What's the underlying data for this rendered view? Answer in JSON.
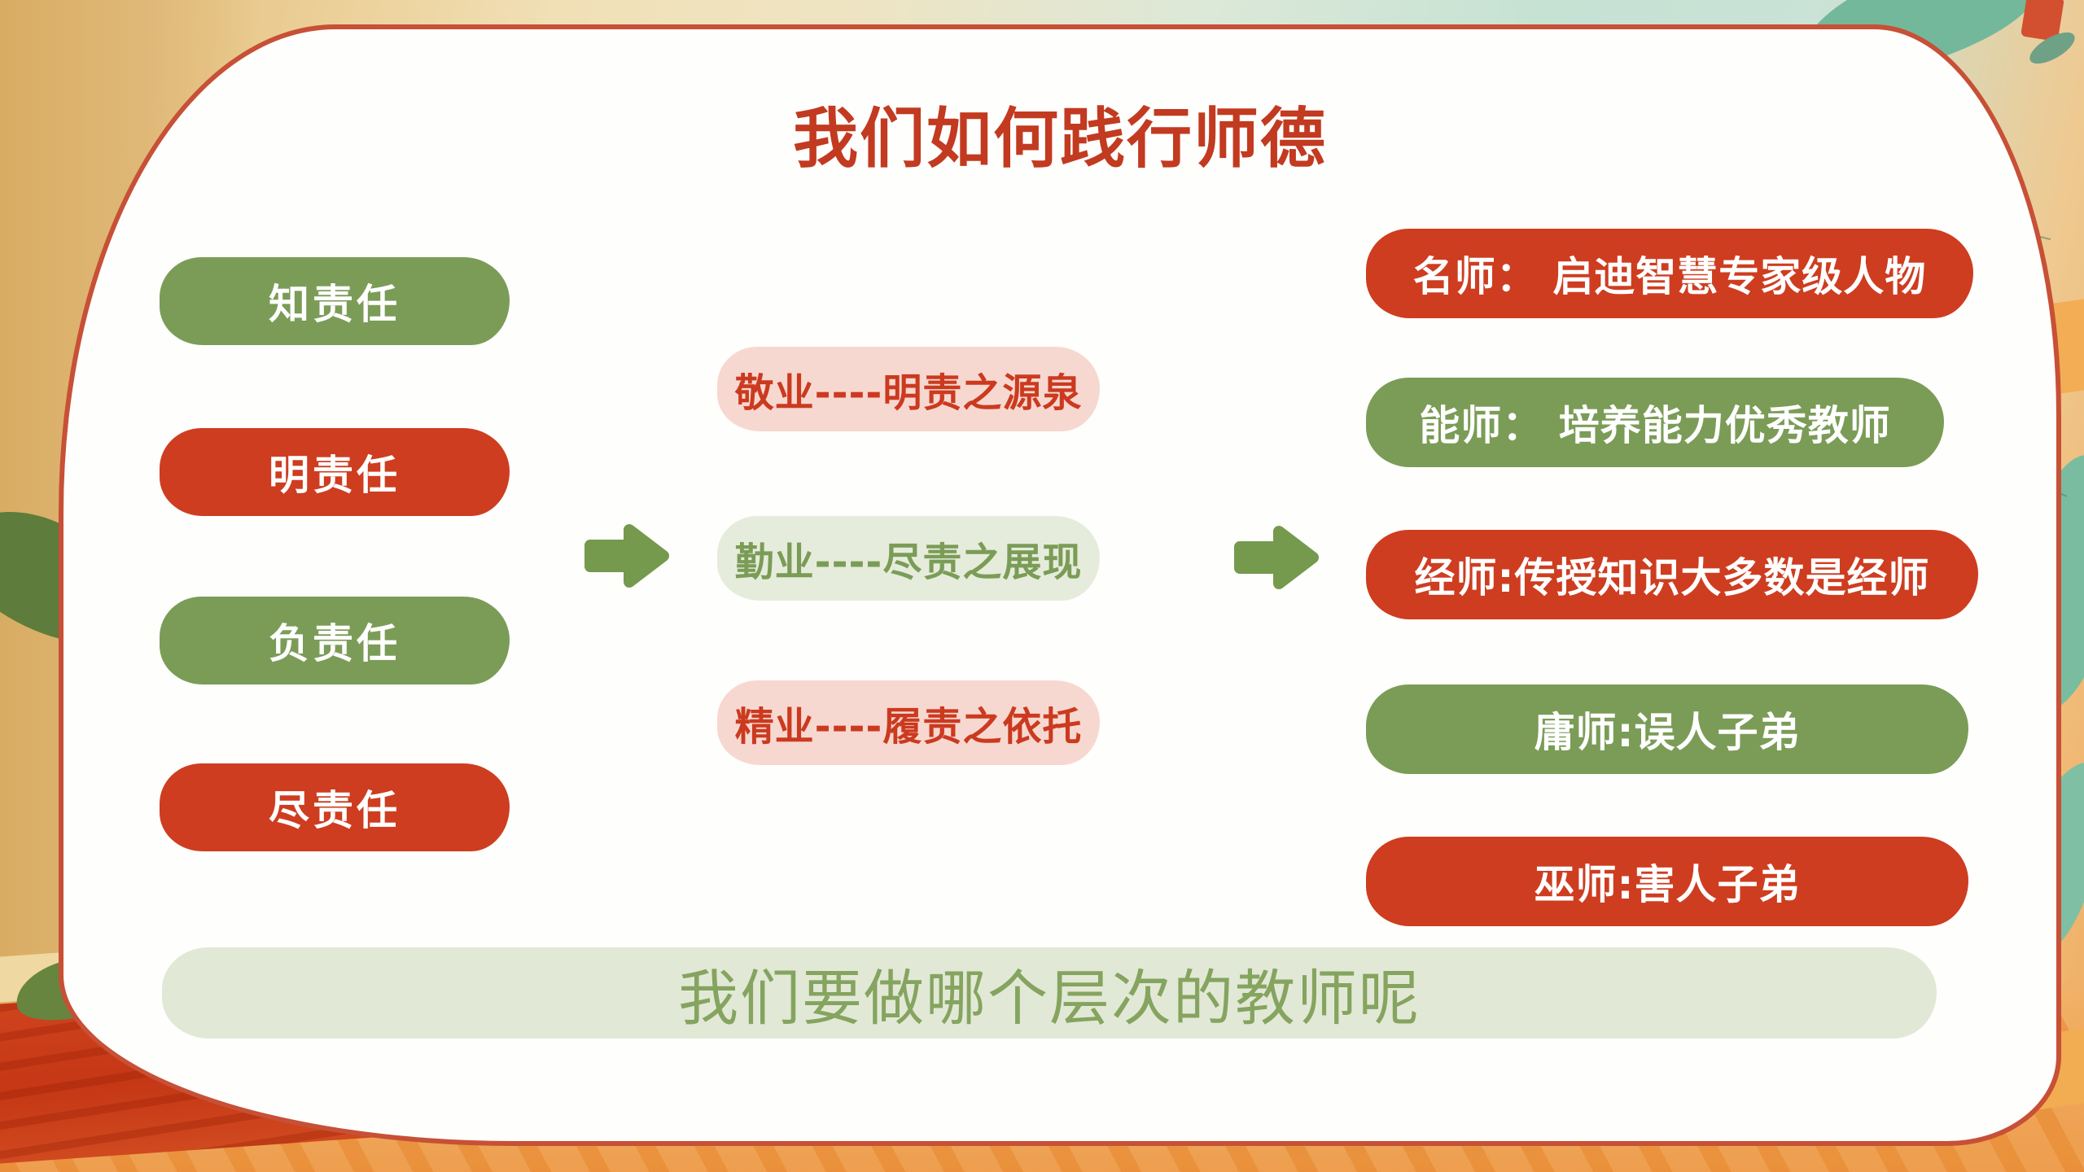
{
  "slide": {
    "title": "我们如何践行师德",
    "left_column": [
      {
        "label": "知责任",
        "variant": "green"
      },
      {
        "label": "明责任",
        "variant": "red"
      },
      {
        "label": "负责任",
        "variant": "green"
      },
      {
        "label": "尽责任",
        "variant": "red"
      }
    ],
    "middle_column": [
      {
        "label": "敬业----明责之源泉",
        "variant": "pink"
      },
      {
        "label": "勤业----尽责之展现",
        "variant": "sage"
      },
      {
        "label": "精业----履责之依托",
        "variant": "pink"
      }
    ],
    "right_column": [
      {
        "label": "名师： 启迪智慧专家级人物",
        "variant": "red"
      },
      {
        "label": "能师： 培养能力优秀教师",
        "variant": "green"
      },
      {
        "label": "经师:传授知识大多数是经师",
        "variant": "red"
      },
      {
        "label": "庸师:误人子弟",
        "variant": "green"
      },
      {
        "label": "巫师:害人子弟",
        "variant": "red"
      }
    ],
    "bottom_banner": "我们要做哪个层次的教师呢",
    "icons": {
      "flow_arrow": "right-arrow-icon"
    },
    "colors": {
      "red_pill": "#CE3D20",
      "green_pill": "#7B9C57",
      "pink_fill": "#F7D8D1",
      "red_text": "#CB3A1F",
      "sage_fill": "#E6ECDB",
      "green_text": "#7B9C57",
      "banner_fill": "#E2E8D6",
      "banner_text": "#85A45F",
      "title_text": "#C23A20",
      "arrow": "#75994D",
      "panel_border": "#C75036"
    }
  }
}
